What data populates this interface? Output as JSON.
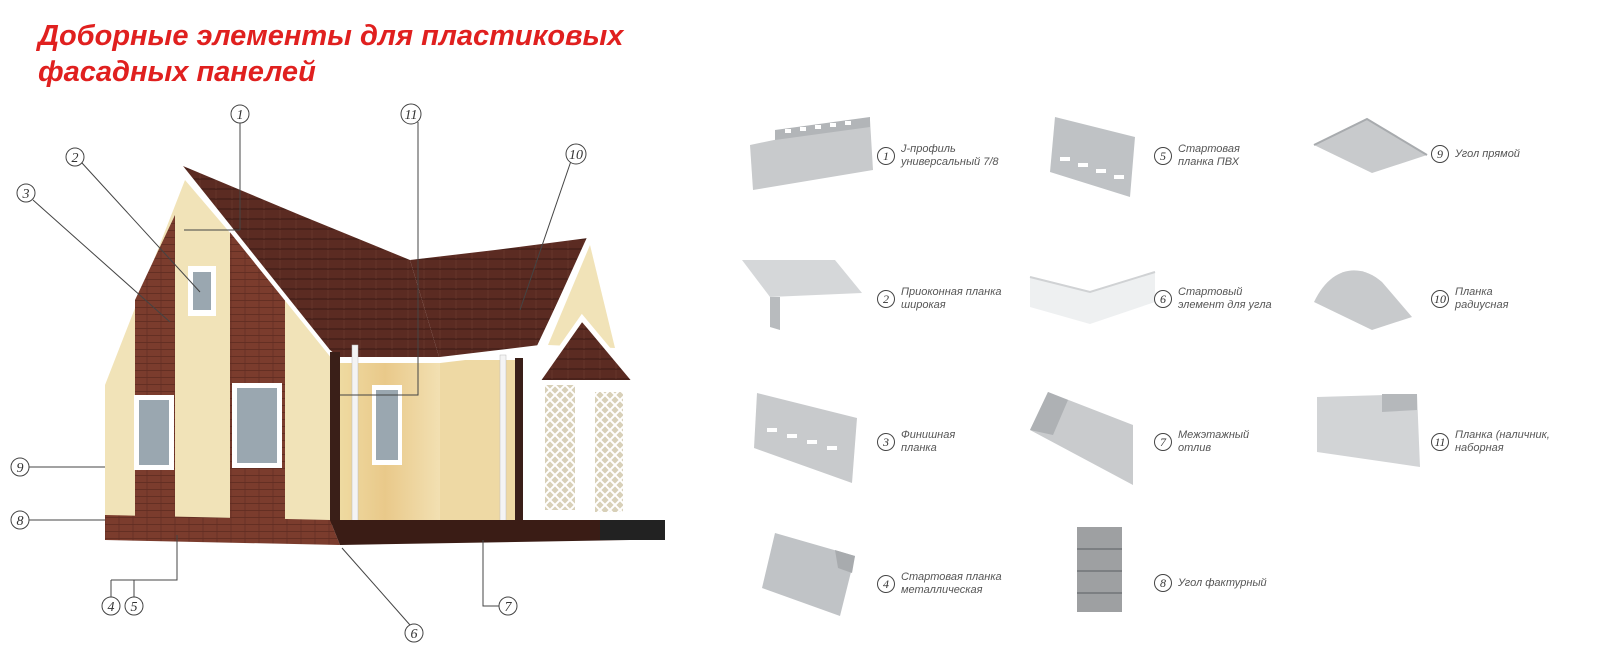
{
  "title": {
    "line1": "Доборные элементы для пластиковых",
    "line2": "фасадных панелей"
  },
  "callouts": [
    "1",
    "2",
    "3",
    "4",
    "5",
    "6",
    "7",
    "8",
    "9",
    "10",
    "11"
  ],
  "colors": {
    "title": "#e0201f",
    "roof": "#5a2a22",
    "wall": "#f1e3b8",
    "brick": "#7a3b2c",
    "trim": "#ffffff",
    "profile": "#c8cacc"
  },
  "legend": [
    {
      "num": "1",
      "label": "J-профиль\nуниверсальный 7/8"
    },
    {
      "num": "2",
      "label": "Приоконная планка\nширокая"
    },
    {
      "num": "3",
      "label": "Финишная\nпланка"
    },
    {
      "num": "4",
      "label": "Стартовая планка\nметаллическая"
    },
    {
      "num": "5",
      "label": "Стартовая\nпланка ПВХ"
    },
    {
      "num": "6",
      "label": "Стартовый\nэлемент для угла"
    },
    {
      "num": "7",
      "label": "Межэтажный\nотлив"
    },
    {
      "num": "8",
      "label": "Угол фактурный"
    },
    {
      "num": "9",
      "label": "Угол прямой"
    },
    {
      "num": "10",
      "label": "Планка\nрадиусная"
    },
    {
      "num": "11",
      "label": "Планка (наличник,\nнаборная"
    }
  ]
}
